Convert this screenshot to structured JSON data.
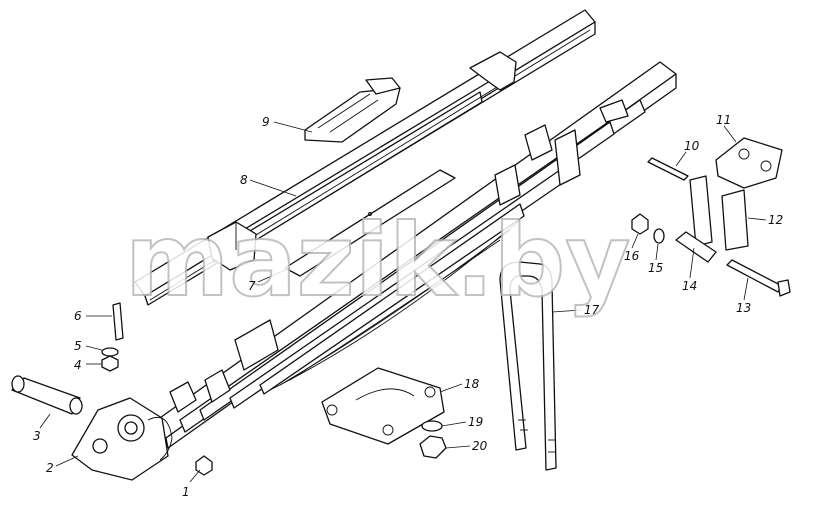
{
  "watermark": "mazik.by",
  "callouts": [
    {
      "id": "1",
      "label": "1"
    },
    {
      "id": "2",
      "label": "2"
    },
    {
      "id": "3",
      "label": "3"
    },
    {
      "id": "4",
      "label": "4"
    },
    {
      "id": "5",
      "label": "5"
    },
    {
      "id": "6",
      "label": "6"
    },
    {
      "id": "7",
      "label": "7"
    },
    {
      "id": "8",
      "label": "8"
    },
    {
      "id": "9",
      "label": "9"
    },
    {
      "id": "10",
      "label": "10"
    },
    {
      "id": "11",
      "label": "11"
    },
    {
      "id": "12",
      "label": "12"
    },
    {
      "id": "13",
      "label": "13"
    },
    {
      "id": "14",
      "label": "14"
    },
    {
      "id": "15",
      "label": "15"
    },
    {
      "id": "16",
      "label": "16"
    },
    {
      "id": "17",
      "label": "17"
    },
    {
      "id": "18",
      "label": "18"
    },
    {
      "id": "19",
      "label": "19"
    },
    {
      "id": "20",
      "label": "20"
    }
  ]
}
